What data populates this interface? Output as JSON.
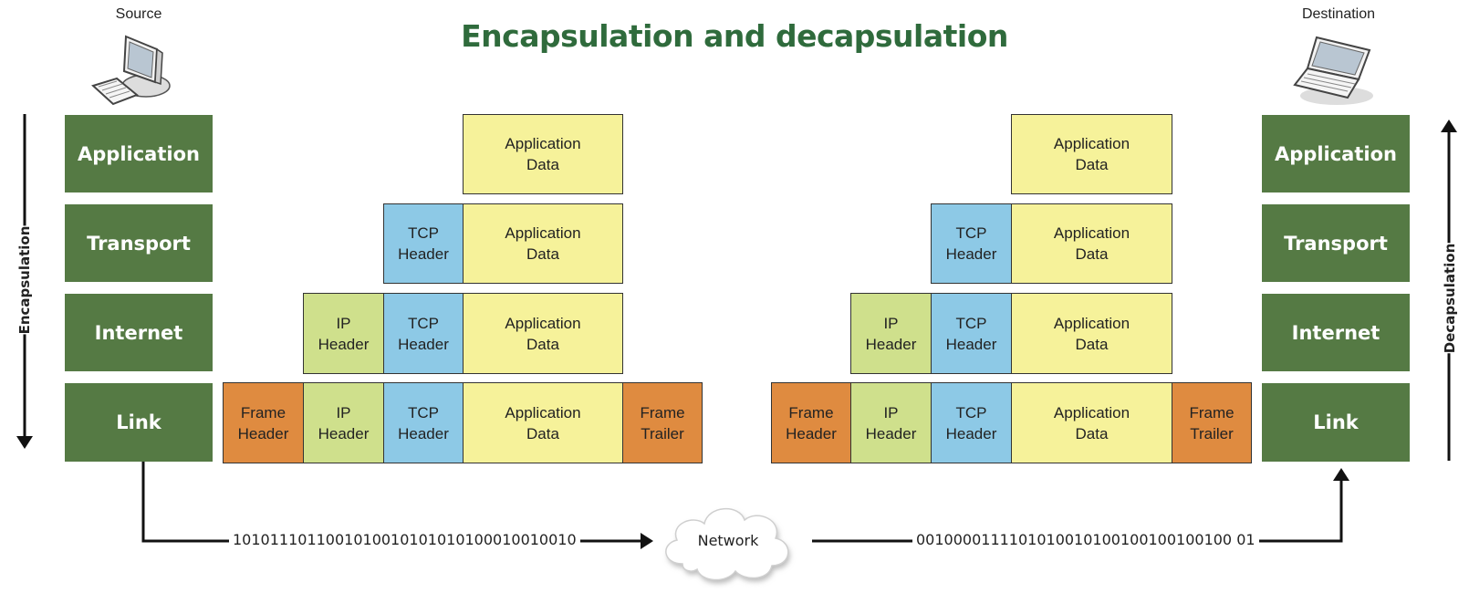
{
  "title": "Encapsulation and decapsulation",
  "source": {
    "label": "Source",
    "icon": "desktop-computer-icon"
  },
  "destination": {
    "label": "Destination",
    "icon": "laptop-icon"
  },
  "layers": [
    "Application",
    "Transport",
    "Internet",
    "Link"
  ],
  "side_labels": {
    "left": "Encapsulation",
    "right": "Decapsulation"
  },
  "segments": {
    "frame_header": "Frame\nHeader",
    "ip_header": "IP\nHeader",
    "tcp_header": "TCP\nHeader",
    "app_data": "Application\nData",
    "frame_trailer": "Frame\nTrailer"
  },
  "network": {
    "label": "Network",
    "icon": "cloud-icon"
  },
  "bitstreams": {
    "outgoing": "1010111011001010010101010100010010010",
    "incoming": "0010000111101010010100100100100100 01"
  },
  "colors": {
    "title": "#2f6b3c",
    "layer": "#557a44",
    "app_data": "#f6f29a",
    "tcp_header": "#8dc9e6",
    "ip_header": "#cfe08c",
    "frame": "#df8b40"
  }
}
